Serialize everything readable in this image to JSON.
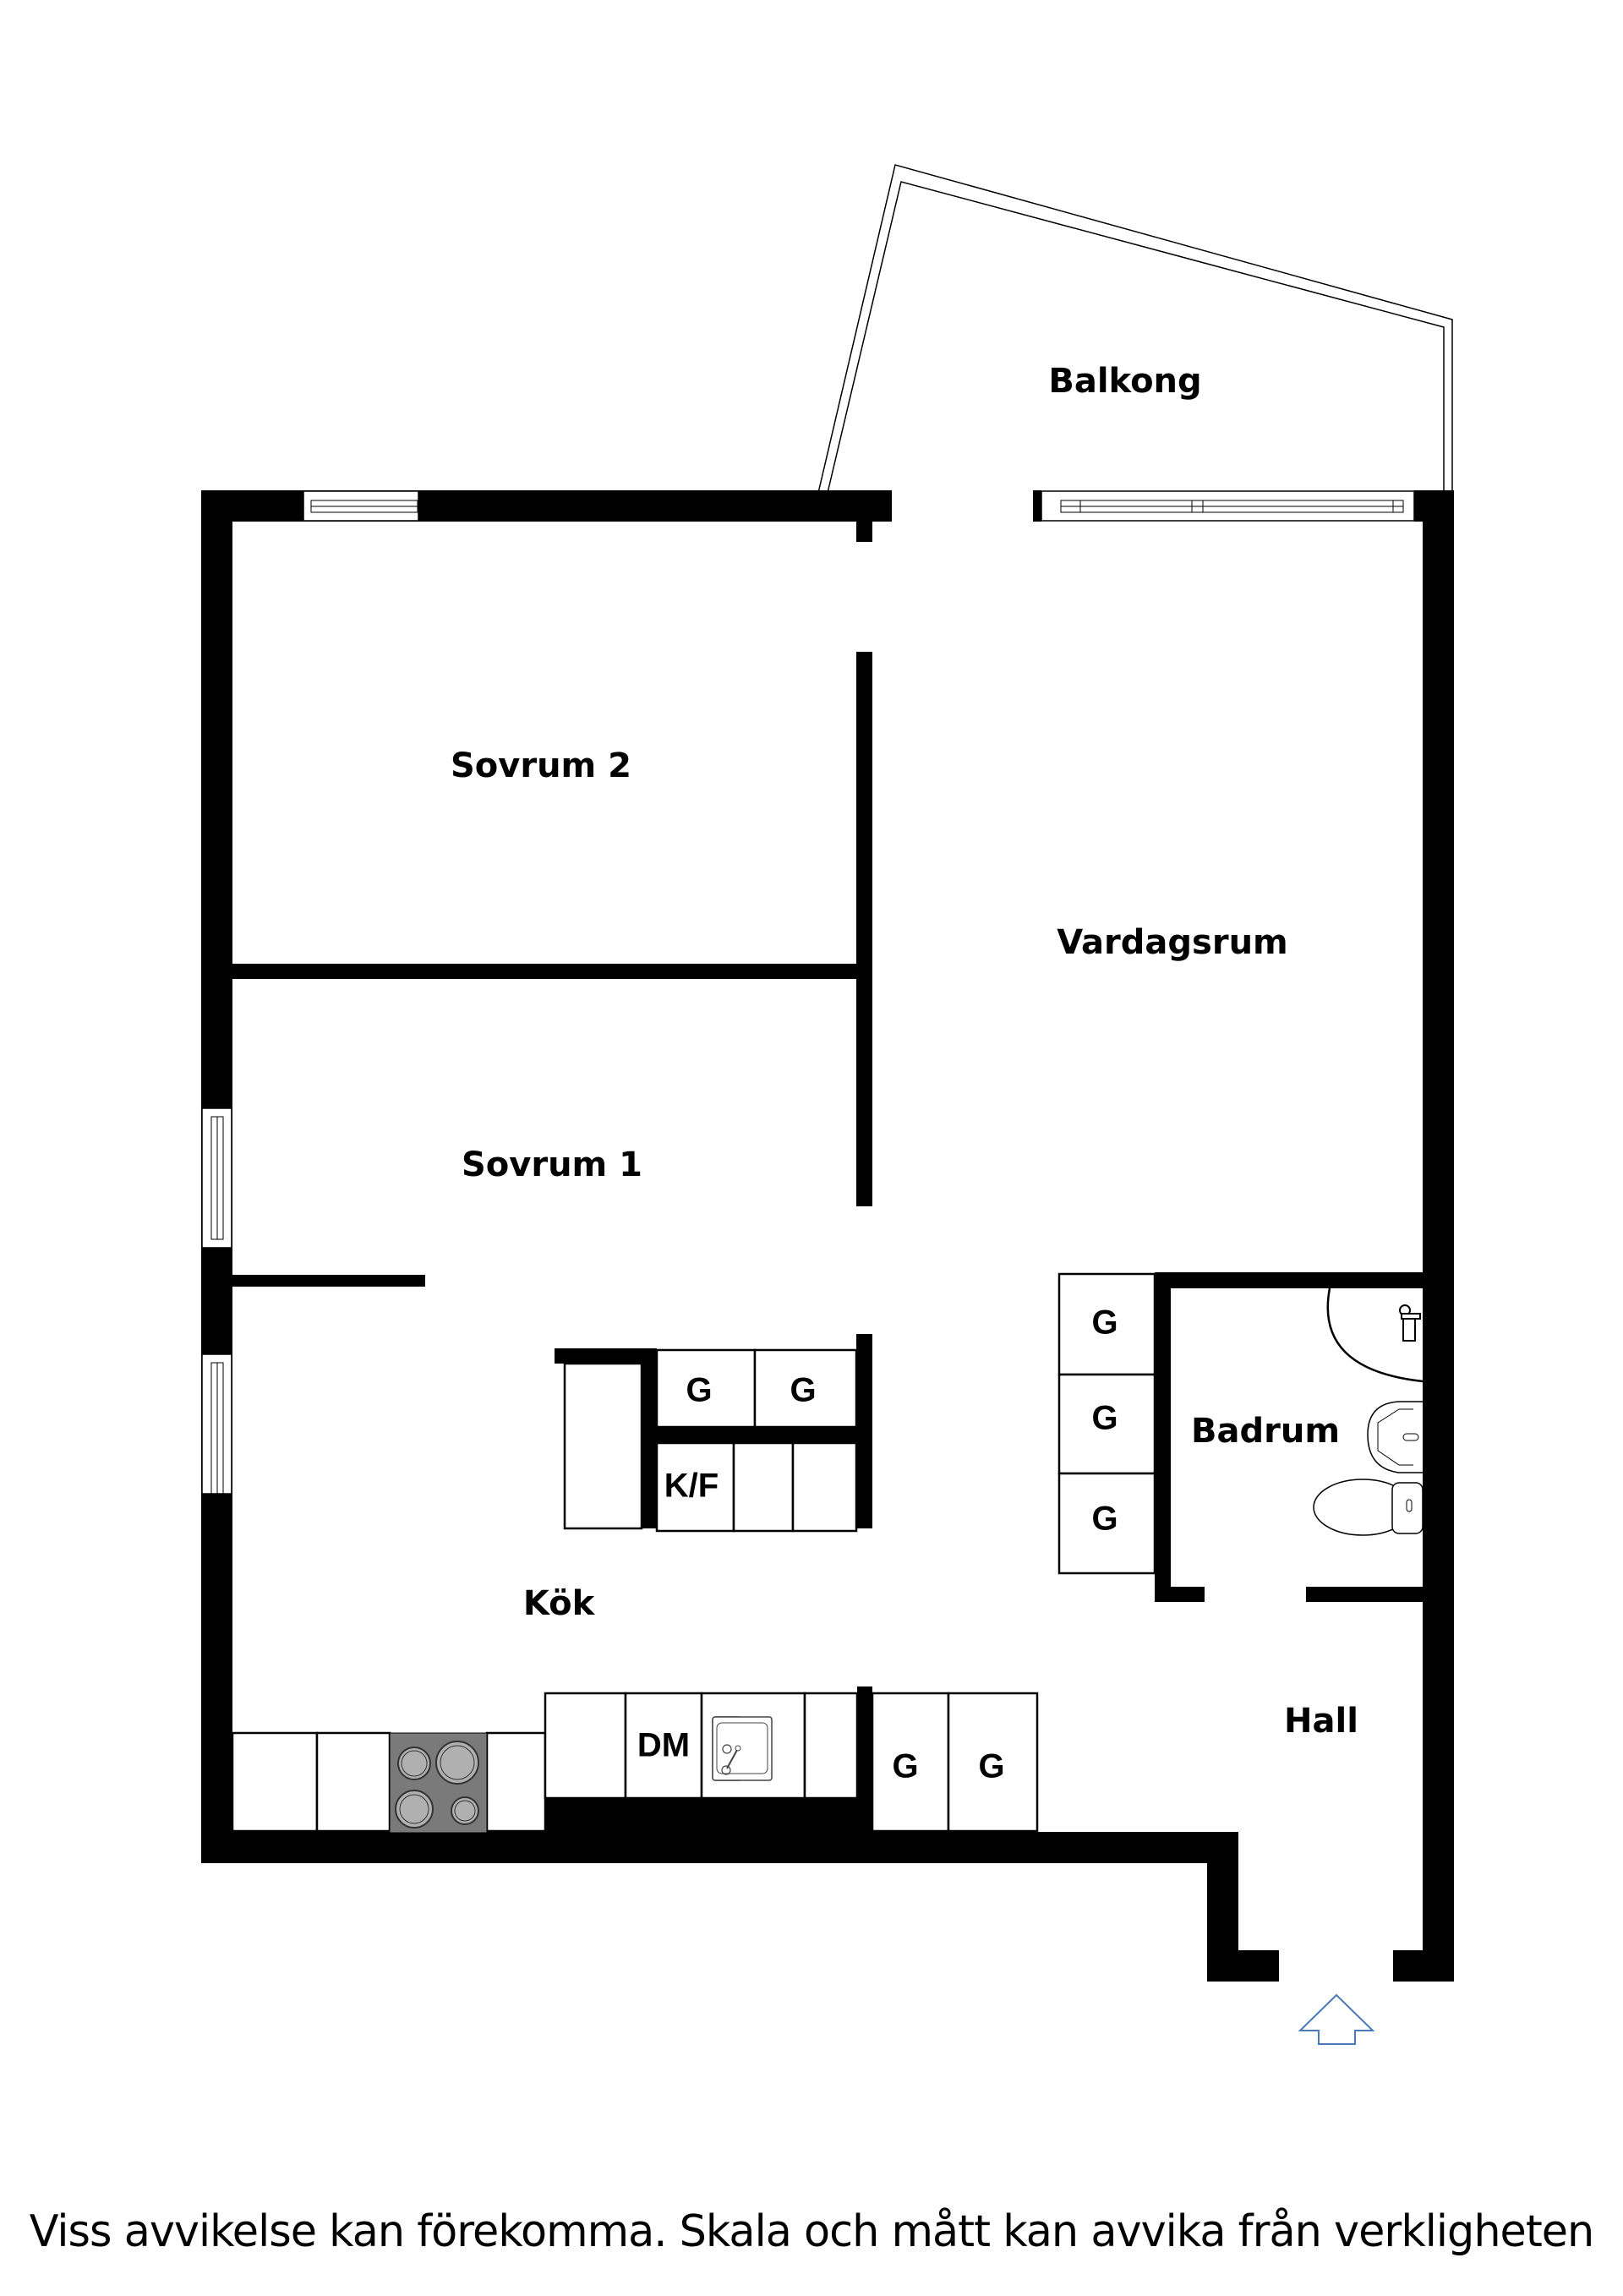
{
  "rooms": {
    "balkong": "Balkong",
    "sovrum2": "Sovrum 2",
    "vardagsrum": "Vardagsrum",
    "sovrum1": "Sovrum 1",
    "badrum": "Badrum",
    "kok": "Kök",
    "hall": "Hall"
  },
  "fixtures": {
    "wardrobe": "G",
    "fridge_freezer": "K/F",
    "dishwasher": "DM"
  },
  "icons": {
    "entrance": "entrance-arrow-icon",
    "stove": "stove-icon",
    "sink": "sink-icon",
    "shower": "shower-icon",
    "washbasin": "washbasin-icon",
    "toilet": "toilet-icon",
    "window": "window-icon"
  },
  "colors": {
    "wall": "#000000",
    "stove": "#7a7a7a",
    "burner": "#b0b0b0",
    "entrance_arrow": "#4a7ab8"
  },
  "disclaimer": "Viss avvikelse kan förekomma. Skala och mått kan avvika från verkligheten"
}
